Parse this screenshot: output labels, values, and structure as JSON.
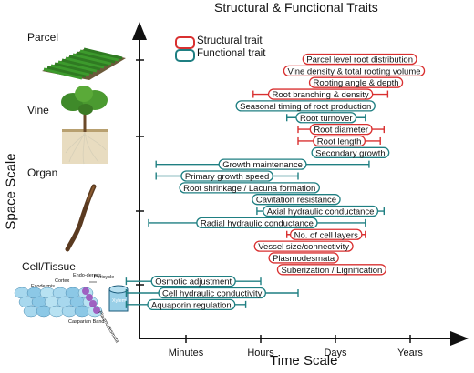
{
  "title": "Structural & Functional Traits",
  "x_axis_label": "Time Scale",
  "y_axis_label": "Space Scale",
  "space_scales": [
    "Parcel",
    "Vine",
    "Organ",
    "Cell/Tissue"
  ],
  "legend": [
    {
      "label": "Structural trait",
      "color": "#d93030"
    },
    {
      "label": "Functional trait",
      "color": "#1f7f82"
    }
  ],
  "cell_annotations": [
    "Exodermis",
    "Cortex",
    "Endo-dermis",
    "Pericycle",
    "Xylem",
    "Casparian Band",
    "Plasmodesmata"
  ],
  "chart_data": {
    "type": "range-bar",
    "x_ticks": [
      "Minutes",
      "Hours",
      "Days",
      "Years"
    ],
    "traits": [
      {
        "label": "Parcel level root distribution",
        "kind": "structural",
        "start": 2.95,
        "end": 3.7
      },
      {
        "label": "Vine density & total rooting volume",
        "kind": "structural",
        "start": 2.8,
        "end": 3.7
      },
      {
        "label": "Rooting angle & depth",
        "kind": "structural",
        "start": 2.85,
        "end": 3.7
      },
      {
        "label": "Root branching & density",
        "kind": "structural",
        "start": 1.9,
        "end": 3.7
      },
      {
        "label": "Seasonal timing of root production",
        "kind": "functional",
        "start": 2.0,
        "end": 3.2
      },
      {
        "label": "Root turnover",
        "kind": "functional",
        "start": 2.35,
        "end": 3.4
      },
      {
        "label": "Root diameter",
        "kind": "structural",
        "start": 2.5,
        "end": 3.65
      },
      {
        "label": "Root length",
        "kind": "structural",
        "start": 2.5,
        "end": 3.6
      },
      {
        "label": "Secondary growth",
        "kind": "functional",
        "start": 2.75,
        "end": 3.65
      },
      {
        "label": "Growth maintenance",
        "kind": "functional",
        "start": 0.6,
        "end": 3.45
      },
      {
        "label": "Primary growth speed",
        "kind": "functional",
        "start": 0.6,
        "end": 2.5
      },
      {
        "label": "Root shrinkage / Lacuna formation",
        "kind": "functional",
        "start": 1.0,
        "end": 2.7
      },
      {
        "label": "Cavitation resistance",
        "kind": "functional",
        "start": 2.2,
        "end": 2.75
      },
      {
        "label": "Axial hydraulic conductance",
        "kind": "functional",
        "start": 1.95,
        "end": 3.65
      },
      {
        "label": "Radial hydraulic conductance",
        "kind": "functional",
        "start": 0.5,
        "end": 3.4
      },
      {
        "label": "No. of cell layers",
        "kind": "structural",
        "start": 2.35,
        "end": 3.4
      },
      {
        "label": "Vessel size/connectivity",
        "kind": "structural",
        "start": 2.25,
        "end": 2.9
      },
      {
        "label": "Plasmodesmata",
        "kind": "structural",
        "start": 2.3,
        "end": 2.85
      },
      {
        "label": "Suberization / Lignification",
        "kind": "structural",
        "start": 2.3,
        "end": 3.6
      },
      {
        "label": "Osmotic adjustment",
        "kind": "functional",
        "start": 0.2,
        "end": 2.0
      },
      {
        "label": "Cell hydraulic conductivity",
        "kind": "functional",
        "start": 0.2,
        "end": 2.5
      },
      {
        "label": "Aquaporin regulation",
        "kind": "functional",
        "start": 0.2,
        "end": 1.8
      }
    ]
  }
}
